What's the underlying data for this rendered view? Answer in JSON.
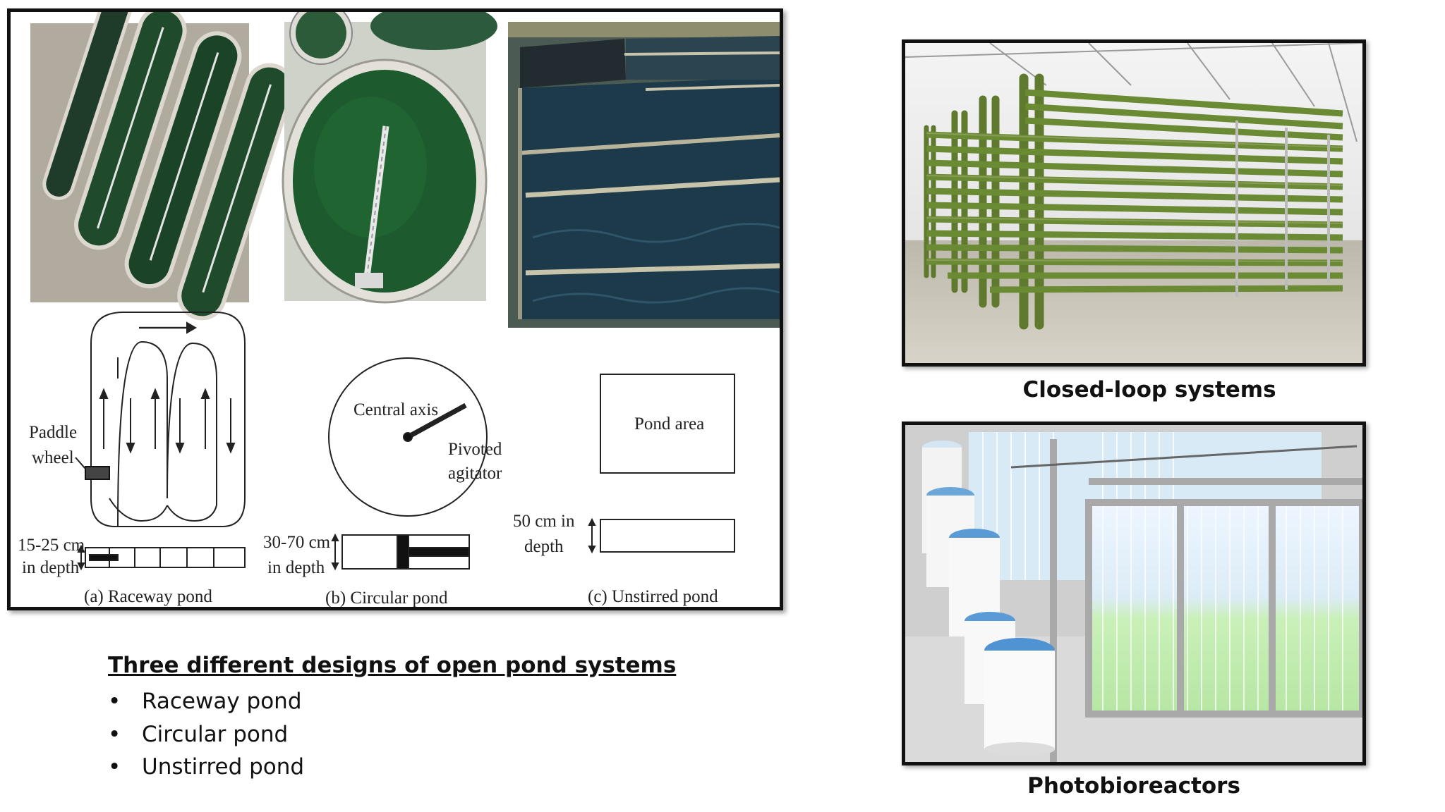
{
  "open_ponds": {
    "diagram": {
      "raceway": {
        "paddle_label_line1": "Paddle",
        "paddle_label_line2": "wheel",
        "depth_line1": "15-25 cm",
        "depth_line2": "in depth",
        "caption": "(a) Raceway pond"
      },
      "circular": {
        "axis_label": "Central axis",
        "agitator_line1": "Pivoted",
        "agitator_line2": "agitator",
        "depth_line1": "30-70 cm",
        "depth_line2": "in depth",
        "caption": "(b) Circular pond"
      },
      "unstirred": {
        "area_label": "Pond area",
        "depth_line1": "50 cm in",
        "depth_line2": "depth",
        "caption": "(c) Unstirred pond"
      }
    },
    "heading": "Three different designs of open pond systems",
    "bullet_glyph": "•",
    "items": [
      "Raceway pond",
      "Circular pond",
      "Unstirred pond"
    ]
  },
  "closed_systems": {
    "closed_loop_caption": "Closed-loop systems",
    "pbr_caption": "Photobioreactors"
  },
  "colors": {
    "pond_green": "#1f4a2c",
    "water_dark": "#1d3a4a",
    "tube_green": "#5f7a2e",
    "panel_light_green": "#c9f0b8"
  }
}
